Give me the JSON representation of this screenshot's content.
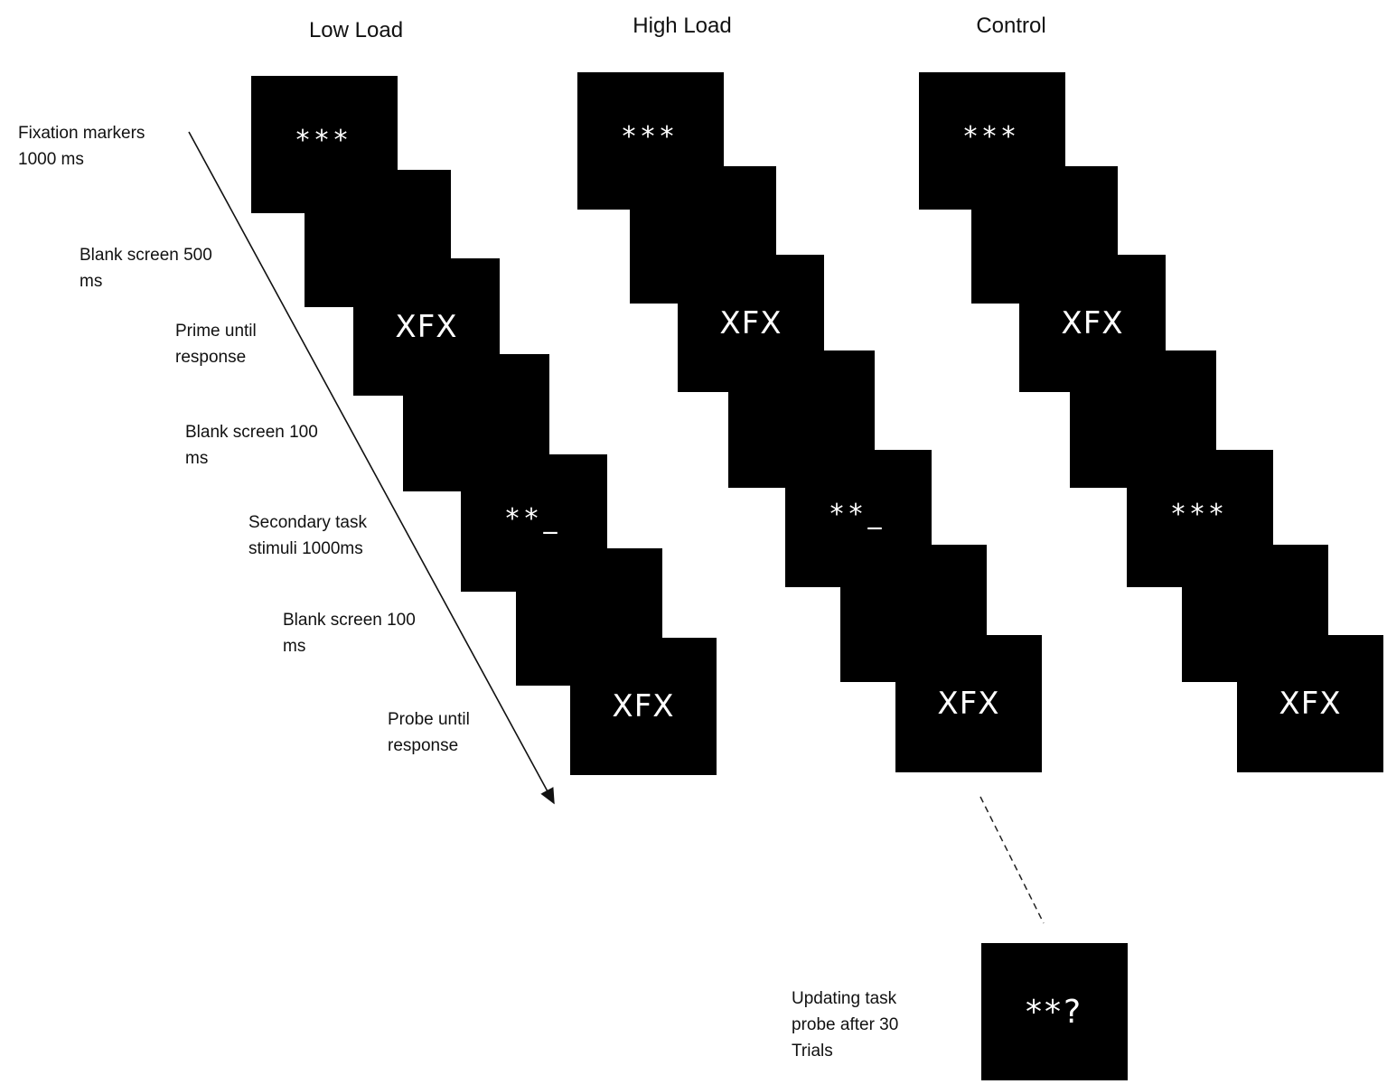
{
  "columns": [
    {
      "title": "Low Load",
      "screens": [
        "***",
        "",
        "XFX",
        "",
        "**_",
        "",
        "XFX"
      ]
    },
    {
      "title": "High Load",
      "screens": [
        "***",
        "",
        "XFX",
        "",
        "**_",
        "",
        "XFX"
      ]
    },
    {
      "title": "Control",
      "screens": [
        "***",
        "",
        "XFX",
        "",
        "***",
        "",
        "XFX"
      ]
    }
  ],
  "steps": [
    "Fixation markers\n1000 ms",
    "Blank screen 500\nms",
    "Prime until\nresponse",
    "Blank screen 100\nms",
    "Secondary task\nstimuli 1000ms",
    "Blank screen 100\nms",
    "Probe until\nresponse"
  ],
  "updating_probe": {
    "label": "Updating task\nprobe after 30\nTrials",
    "screen": "**?"
  }
}
